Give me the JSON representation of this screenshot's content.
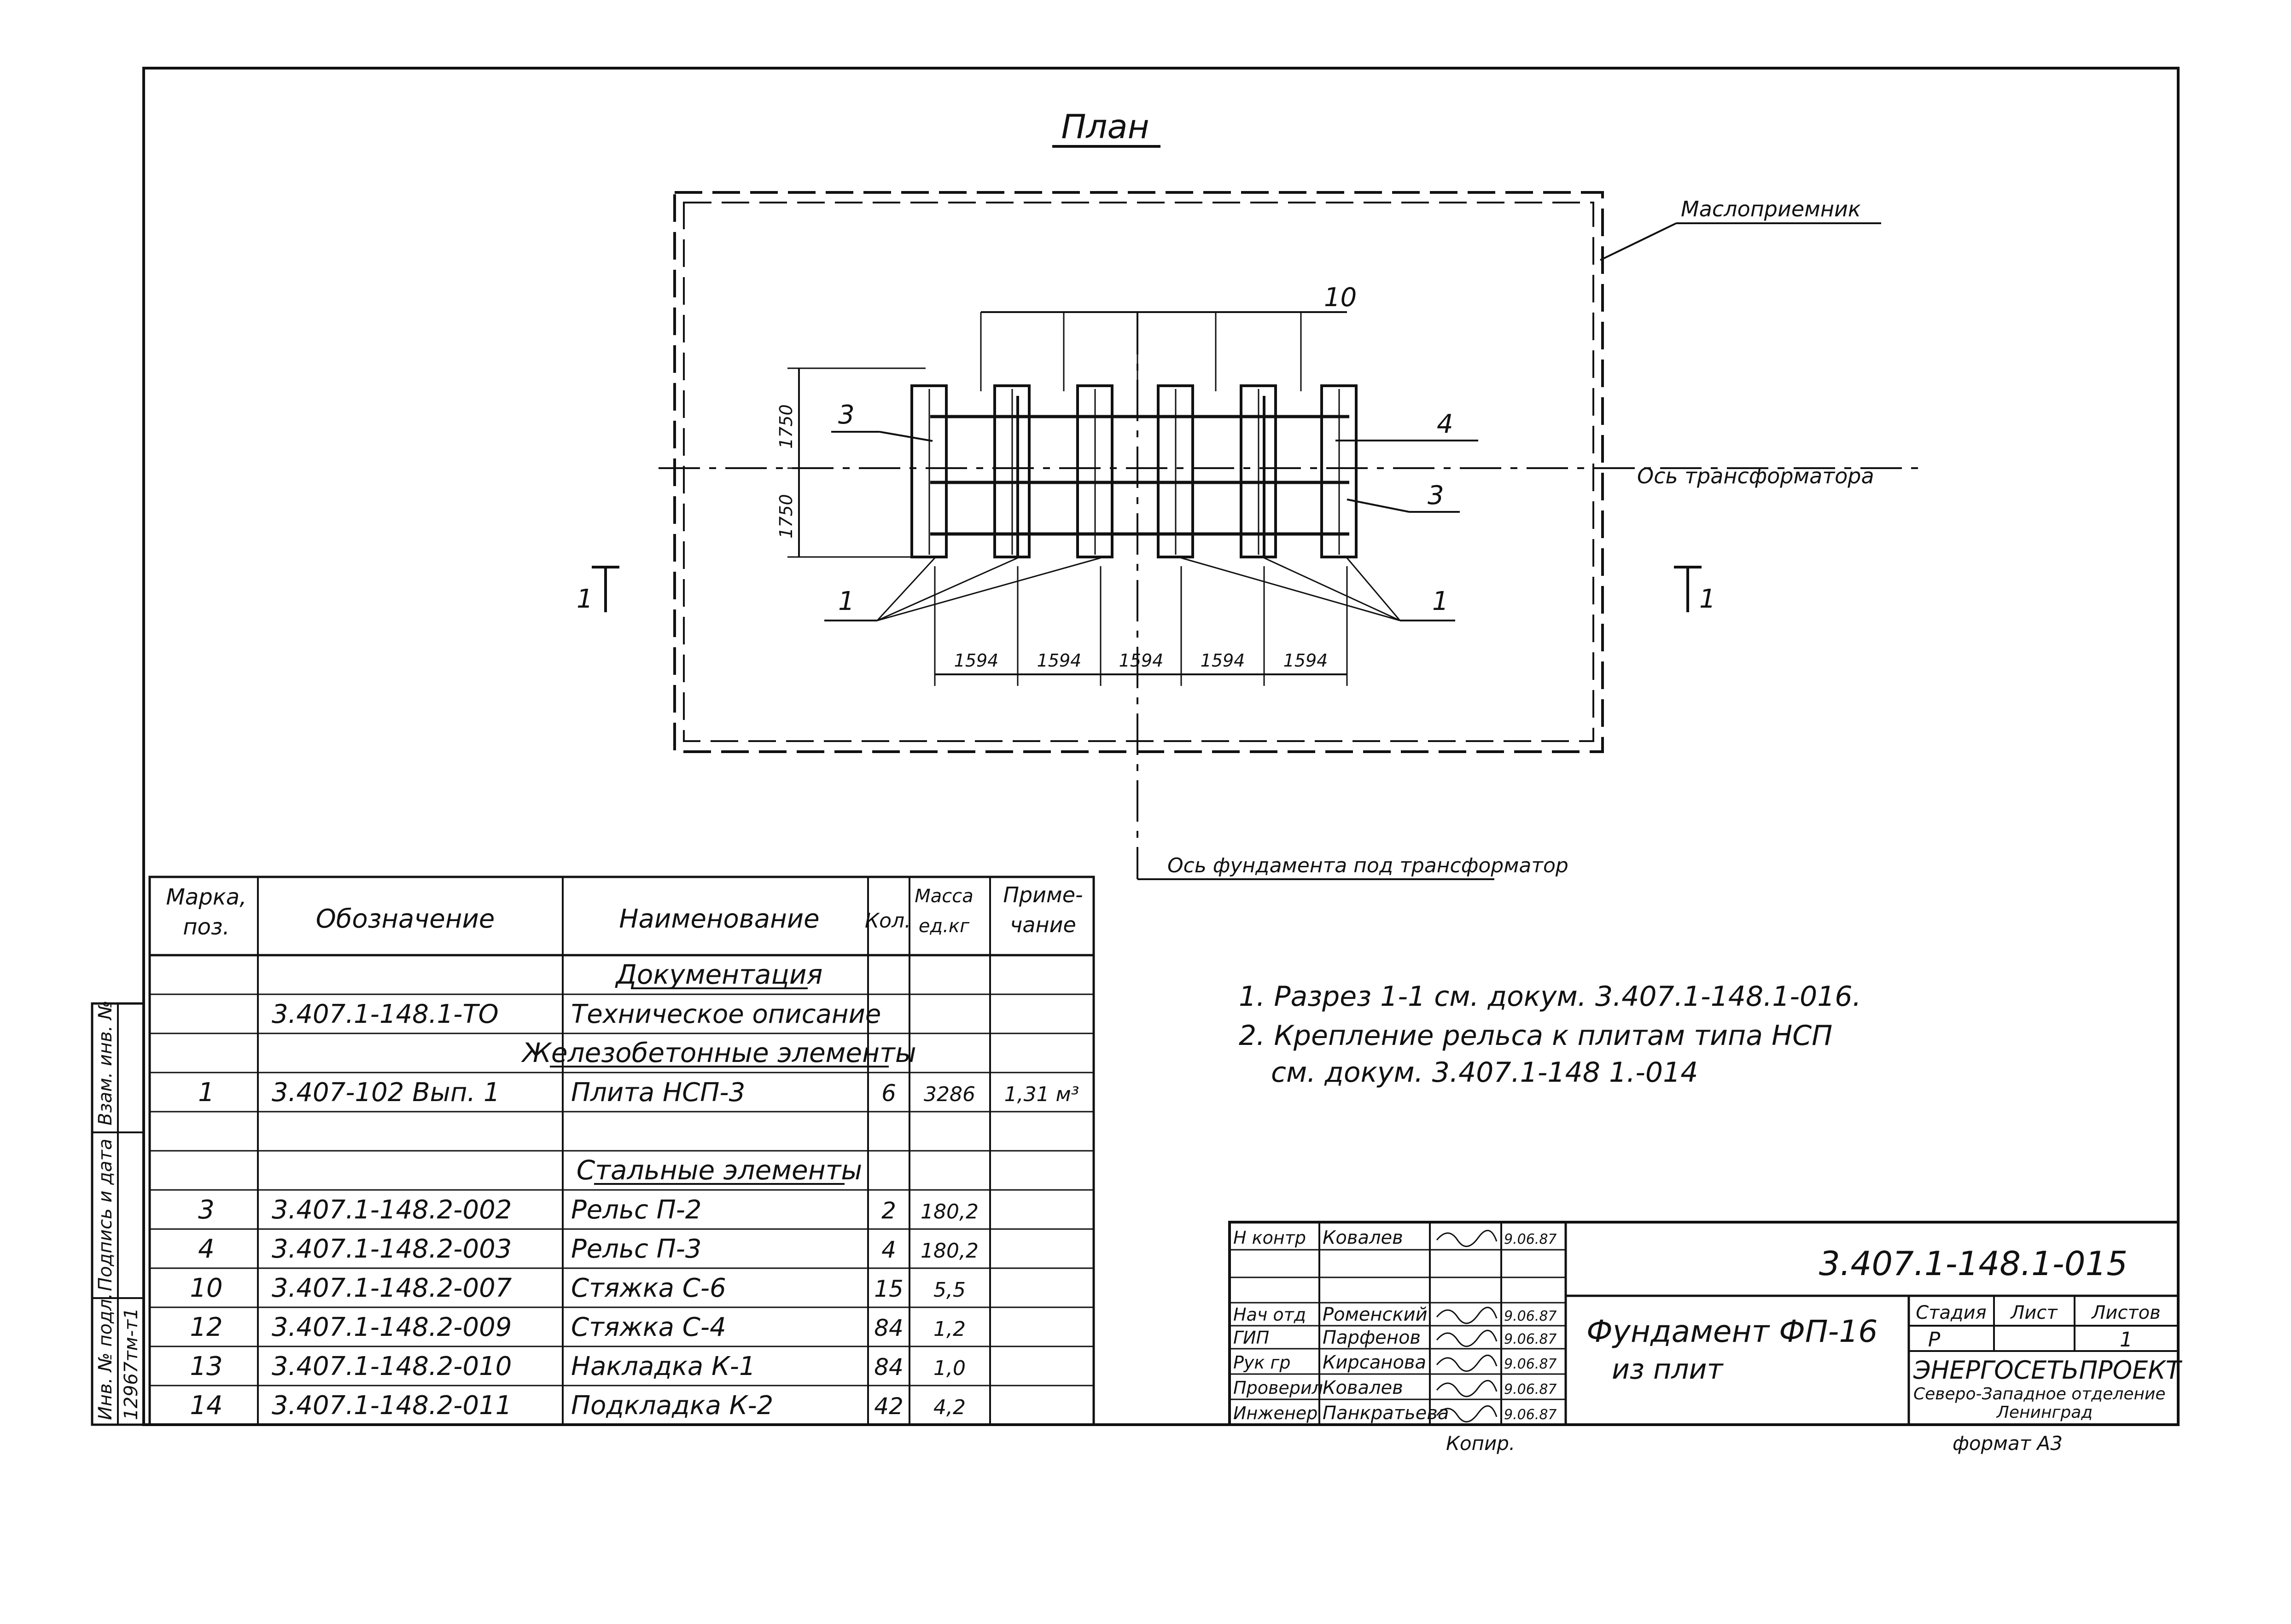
{
  "plan": {
    "title": "План",
    "oil_receiver_label": "Маслоприемник",
    "transformer_axis_label": "Ось трансформатора",
    "foundation_axis_label": "Ось фундамента под трансформатор",
    "section_label": "1",
    "callouts": {
      "pos1_left": "1",
      "pos1_right": "1",
      "pos3_left": "3",
      "pos3_right": "3",
      "pos4": "4",
      "pos10": "10"
    },
    "dim_vertical": [
      "1750",
      "1750"
    ],
    "dim_horizontal": [
      "1594",
      "1594",
      "1594",
      "1594",
      "1594"
    ]
  },
  "notes": [
    "1. Разрез 1-1 см. докум. 3.407.1-148.1-016.",
    "2. Крепление рельса к плитам типа НСП",
    "см. докум. 3.407.1-148 1.-014"
  ],
  "spec": {
    "headers": [
      "Марка, поз.",
      "Обозначение",
      "Наименование",
      "Кол.",
      "Масса ед.кг",
      "Примечание"
    ],
    "rows": [
      {
        "type": "section",
        "title": "Документация"
      },
      {
        "type": "item",
        "pos": "",
        "code": "3.407.1-148.1-ТО",
        "name": "Техническое описание",
        "qty": "",
        "mass": "",
        "note": ""
      },
      {
        "type": "section",
        "title": "Железобетонные элементы"
      },
      {
        "type": "item",
        "pos": "1",
        "code": "3.407-102   Вып. 1",
        "name": "Плита НСП-3",
        "qty": "6",
        "mass": "3286",
        "note": "1,31 м³"
      },
      {
        "type": "blank"
      },
      {
        "type": "section",
        "title": "Стальные элементы"
      },
      {
        "type": "item",
        "pos": "3",
        "code": "3.407.1-148.2-002",
        "name": "Рельс П-2",
        "qty": "2",
        "mass": "180,2",
        "note": ""
      },
      {
        "type": "item",
        "pos": "4",
        "code": "3.407.1-148.2-003",
        "name": "Рельс П-3",
        "qty": "4",
        "mass": "180,2",
        "note": ""
      },
      {
        "type": "item",
        "pos": "10",
        "code": "3.407.1-148.2-007",
        "name": "Стяжка С-6",
        "qty": "15",
        "mass": "5,5",
        "note": ""
      },
      {
        "type": "item",
        "pos": "12",
        "code": "3.407.1-148.2-009",
        "name": "Стяжка С-4",
        "qty": "84",
        "mass": "1,2",
        "note": ""
      },
      {
        "type": "item",
        "pos": "13",
        "code": "3.407.1-148.2-010",
        "name": "Накладка К-1",
        "qty": "84",
        "mass": "1,0",
        "note": ""
      },
      {
        "type": "item",
        "pos": "14",
        "code": "3.407.1-148.2-011",
        "name": "Подкладка К-2",
        "qty": "42",
        "mass": "4,2",
        "note": ""
      }
    ]
  },
  "stamp_left": {
    "labels": [
      "Инв. № подл.",
      "Подпись и дата",
      "Взам. инв. №"
    ],
    "inv_number": "12967тм-т1"
  },
  "title_block": {
    "doc_code": "3.407.1-148.1-015",
    "title_line1": "Фундамент ФП-16",
    "title_line2": "из плит",
    "stage_label": "Стадия",
    "sheet_label": "Лист",
    "sheets_label": "Листов",
    "stage": "Р",
    "sheets": "1",
    "org_name": "ЭНЕРГОСЕТЬПРОЕКТ",
    "org_line2": "Северо-Западное отделение",
    "org_line3": "Ленинград",
    "format": "формат А3",
    "copied_label": "Копир.",
    "people": [
      {
        "role": "Н контр",
        "name": "Ковалев",
        "date": "9.06.87"
      },
      {
        "role": "Нач отд",
        "name": "Роменский",
        "date": "9.06.87"
      },
      {
        "role": "ГИП",
        "name": "Парфенов",
        "date": "9.06.87"
      },
      {
        "role": "Рук гр",
        "name": "Кирсанова",
        "date": "9.06.87"
      },
      {
        "role": "Проверил",
        "name": "Ковалев",
        "date": "9.06.87"
      },
      {
        "role": "Инженер",
        "name": "Панкратьева",
        "date": "9.06.87"
      }
    ]
  }
}
